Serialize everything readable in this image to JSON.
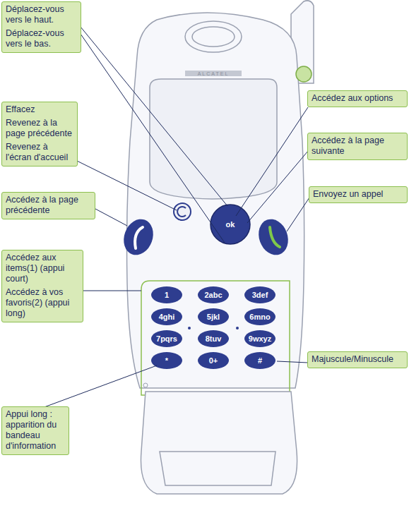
{
  "diagram": {
    "nodes": [
      {
        "text": [
          "Déplacez-vous vers le haut.",
          "Déplacez-vous vers le bas."
        ]
      },
      {
        "text": [
          "Effacez",
          "Revenez à la page précédente",
          "Revenez à l'écran d'accueil"
        ]
      },
      {
        "text": [
          "Accédez à la page précédente"
        ]
      },
      {
        "text": [
          "Accédez aux items(1) (appui court)",
          "Accédez à vos favoris(2) (appui long)"
        ]
      },
      {
        "text": [
          "Appui long : apparition du bandeau d'information"
        ]
      },
      {
        "text": [
          "Accédez aux options"
        ]
      },
      {
        "text": [
          "Accédez à la page suivante"
        ]
      },
      {
        "text": [
          "Envoyez un appel"
        ]
      },
      {
        "text": [
          "Majuscule/Minuscule"
        ]
      }
    ],
    "labels": [
      "ALCATEL",
      "ok",
      "1",
      "2abc",
      "3def",
      "4ghi",
      "5jkl",
      "6mno",
      "7pqrs",
      "8tuv",
      "9wxyz",
      "*",
      "0+",
      "#"
    ]
  }
}
